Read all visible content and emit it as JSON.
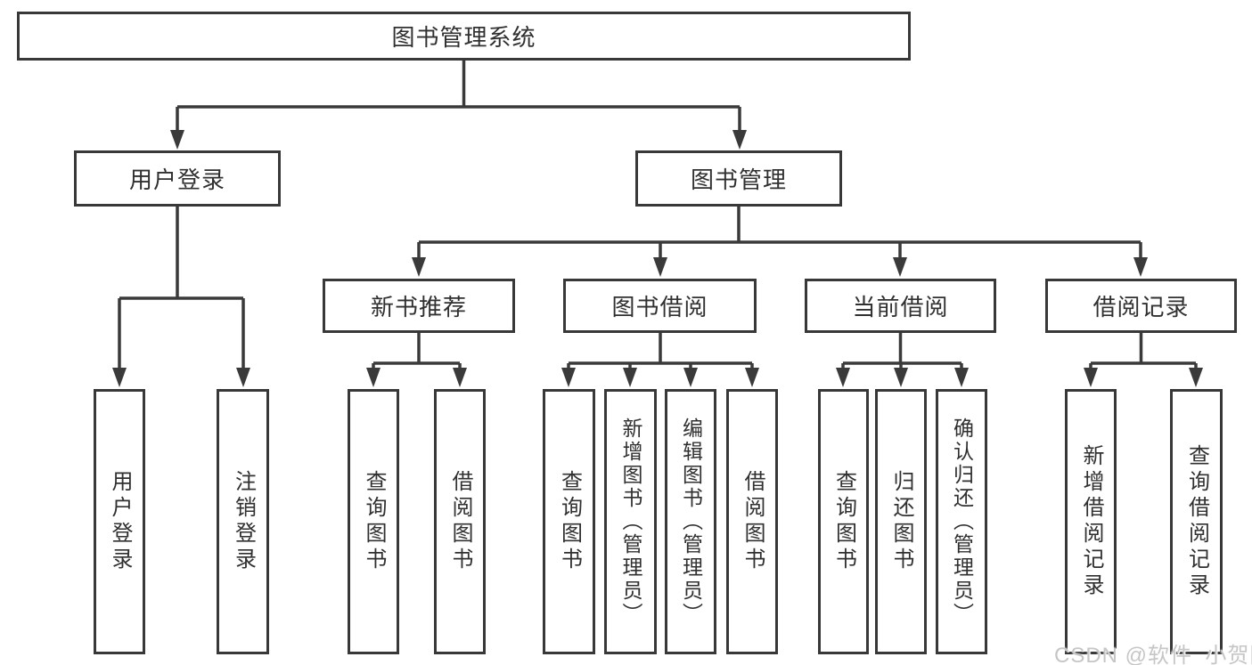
{
  "tree": {
    "root": {
      "label": "图书管理系统",
      "children": [
        {
          "label": "用户登录",
          "children": [
            {
              "label": "用户登录"
            },
            {
              "label": "注销登录"
            }
          ]
        },
        {
          "label": "图书管理",
          "children": [
            {
              "label": "新书推荐",
              "children": [
                {
                  "label": "查询图书"
                },
                {
                  "label": "借阅图书"
                }
              ]
            },
            {
              "label": "图书借阅",
              "children": [
                {
                  "label": "查询图书"
                },
                {
                  "label": "新增图书（管理员）"
                },
                {
                  "label": "编辑图书（管理员）"
                },
                {
                  "label": "借阅图书"
                }
              ]
            },
            {
              "label": "当前借阅",
              "children": [
                {
                  "label": "查询图书"
                },
                {
                  "label": "归还图书"
                },
                {
                  "label": "确认归还（管理员）"
                }
              ]
            },
            {
              "label": "借阅记录",
              "children": [
                {
                  "label": "新增借阅记录"
                },
                {
                  "label": "查询借阅记录"
                }
              ]
            }
          ]
        }
      ]
    }
  },
  "watermark": {
    "text": "CSDN @软件_小贺同学"
  },
  "colors": {
    "line": "#3a3a3a",
    "box_border": "#383838",
    "text": "#303030",
    "watermark": "#c3c3c3",
    "background": "#ffffff"
  }
}
